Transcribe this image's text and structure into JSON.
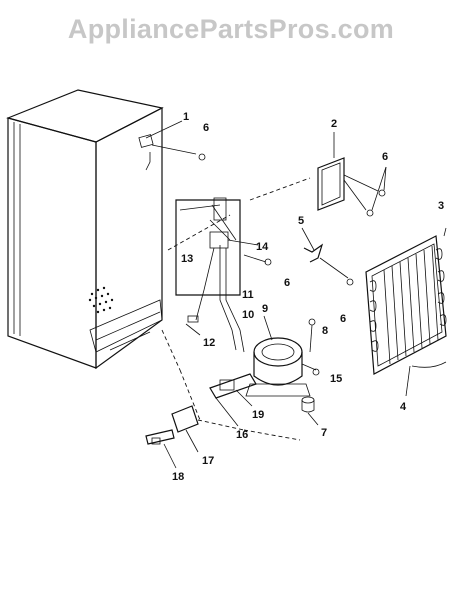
{
  "watermark": "AppliancePartsPros.com",
  "callouts": [
    {
      "id": "c1",
      "text": "1"
    },
    {
      "id": "c2",
      "text": "2"
    },
    {
      "id": "c3",
      "text": "3"
    },
    {
      "id": "c4",
      "text": "4"
    },
    {
      "id": "c5",
      "text": "5"
    },
    {
      "id": "c6a",
      "text": "6"
    },
    {
      "id": "c6b",
      "text": "6"
    },
    {
      "id": "c6c",
      "text": "6"
    },
    {
      "id": "c6d",
      "text": "6"
    },
    {
      "id": "c7",
      "text": "7"
    },
    {
      "id": "c8",
      "text": "8"
    },
    {
      "id": "c9",
      "text": "9"
    },
    {
      "id": "c10",
      "text": "10"
    },
    {
      "id": "c11",
      "text": "11"
    },
    {
      "id": "c12",
      "text": "12"
    },
    {
      "id": "c13",
      "text": "13"
    },
    {
      "id": "c14",
      "text": "14"
    },
    {
      "id": "c15",
      "text": "15"
    },
    {
      "id": "c16",
      "text": "16"
    },
    {
      "id": "c17",
      "text": "17"
    },
    {
      "id": "c18",
      "text": "18"
    },
    {
      "id": "c19",
      "text": "19"
    }
  ]
}
